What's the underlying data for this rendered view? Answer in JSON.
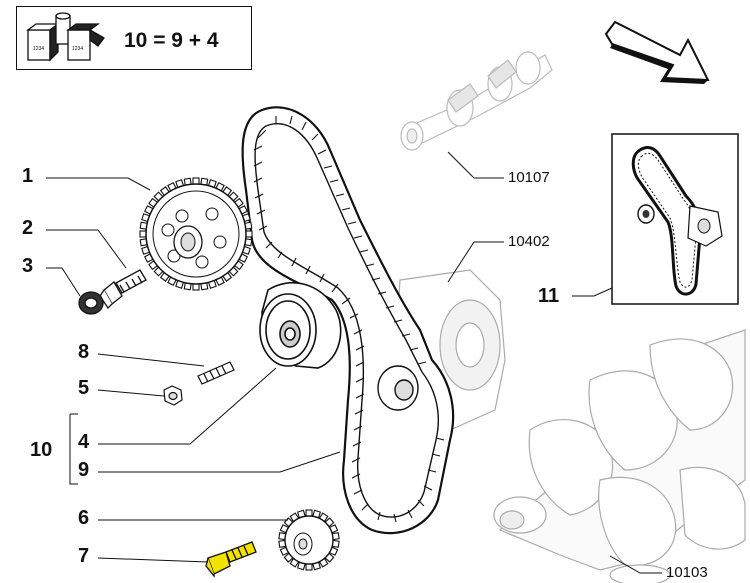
{
  "legend": {
    "formula": "10 = 9 + 4"
  },
  "callouts": {
    "item_1": "1",
    "item_2": "2",
    "item_3": "3",
    "item_8": "8",
    "item_5": "5",
    "item_10": "10",
    "item_4": "4",
    "item_9": "9",
    "item_6": "6",
    "item_7": "7",
    "item_11": "11"
  },
  "references": {
    "camshaft": "10107",
    "belt": "10402",
    "crankshaft": "10103"
  },
  "colors": {
    "line": "#111111",
    "bolt_highlight": "#f2e200",
    "part_fill": "#ffffff",
    "shade": "#d8d8d8"
  },
  "icons": {
    "kit": "parts-kit-icon",
    "direction": "direction-arrow-icon"
  }
}
